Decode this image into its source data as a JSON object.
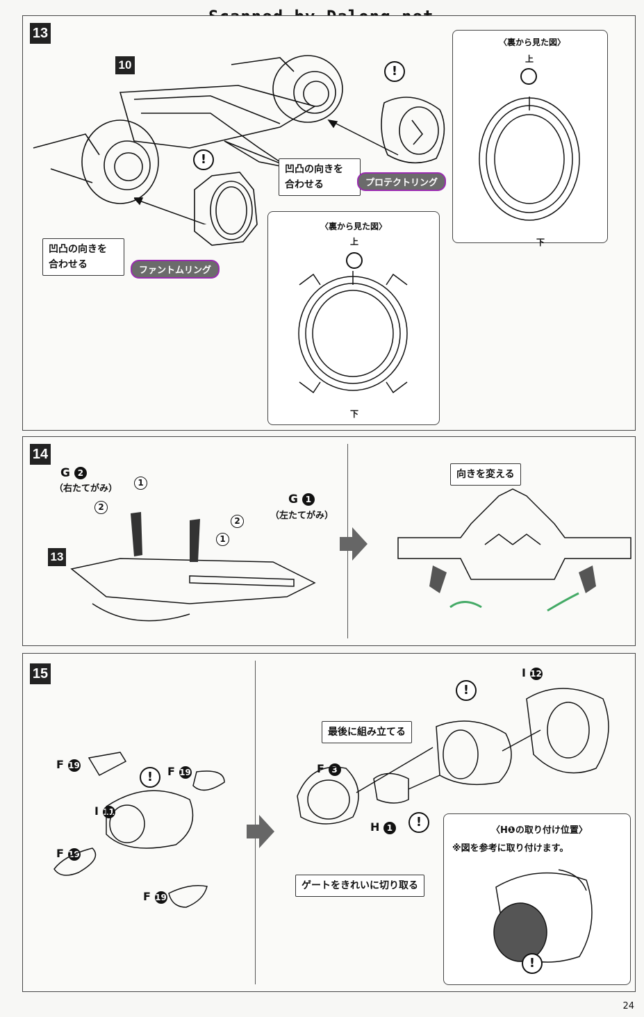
{
  "watermark": "Scanned by Dalong.net",
  "page_number": "24",
  "step13": {
    "number": "13",
    "part_number": "10",
    "align_note_right": [
      "凹凸の向きを",
      "合わせる"
    ],
    "align_note_left": [
      "凹凸の向きを",
      "合わせる"
    ],
    "protect_ring": "プロテクトリング",
    "phantom_ring": "ファントムリング",
    "back_view_title": "〈裏から見た図〉",
    "top": "上",
    "bottom": "下"
  },
  "step14": {
    "number": "14",
    "g2": "G",
    "g2_num": "2",
    "g2_desc": "（右たてがみ）",
    "g1": "G",
    "g1_num": "1",
    "g1_desc": "（左たてがみ）",
    "step1": "1",
    "step2": "2",
    "ref13": "13",
    "change_direction": "向きを変える"
  },
  "step15": {
    "number": "15",
    "f19": "F",
    "f19_num": "19",
    "i11": "I",
    "i11_num": "11",
    "i12": "I",
    "i12_num": "12",
    "f3": "F",
    "f3_num": "3",
    "h1": "H",
    "h1_num": "1",
    "assemble_last": "最後に組み立てる",
    "cut_gate": "ゲートをきれいに切り取る",
    "h1_position_title": "〈H❶の取り付け位置〉",
    "h1_position_note": "※図を参考に取り付けます。"
  }
}
